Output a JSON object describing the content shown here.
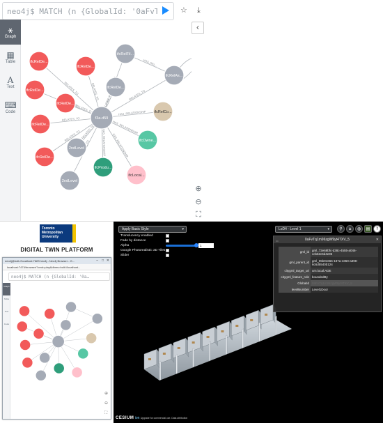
{
  "browser": {
    "command": "neo4j$ MATCH (n {GlobalId: '0aFvTq1m96…",
    "nav": [
      {
        "label": "Graph",
        "icon": "graph-icon",
        "active": true
      },
      {
        "label": "Table",
        "icon": "table-icon",
        "active": false
      },
      {
        "label": "Text",
        "icon": "text-icon",
        "active": false
      },
      {
        "label": "Code",
        "icon": "code-icon",
        "active": false
      }
    ],
    "star_icon": "star-icon",
    "download_icon": "download-icon",
    "collapse_glyph": "‹"
  },
  "graph": {
    "nodes": [
      {
        "id": "center",
        "label": "f3a-d59",
        "color": "#a5abb6"
      },
      {
        "id": "n1",
        "label": "ifcRelDe...",
        "color": "#f25a5a"
      },
      {
        "id": "n2",
        "label": "ifcRelDe...",
        "color": "#f25a5a"
      },
      {
        "id": "n3",
        "label": "ifcRelFil...",
        "color": "#a5abb6"
      },
      {
        "id": "n4",
        "label": "ifcRelAs...",
        "color": "#a5abb6"
      },
      {
        "id": "n5",
        "label": "ifcRelDe...",
        "color": "#f25a5a"
      },
      {
        "id": "n6",
        "label": "ifcRelDe...",
        "color": "#f25a5a"
      },
      {
        "id": "n7",
        "label": "ifcRelDe...",
        "color": "#a5abb6"
      },
      {
        "id": "n8",
        "label": "ifcRelCo...",
        "color": "#d9c8ae"
      },
      {
        "id": "n9",
        "label": "ifcRelDe...",
        "color": "#f25a5a"
      },
      {
        "id": "n10",
        "label": "2ndLevel",
        "color": "#a5abb6"
      },
      {
        "id": "n11",
        "label": "ifcOwne...",
        "color": "#57c7a4"
      },
      {
        "id": "n12",
        "label": "ifcRelDe...",
        "color": "#f25a5a"
      },
      {
        "id": "n13",
        "label": "ifcProdu...",
        "color": "#2f9e7b"
      },
      {
        "id": "n14",
        "label": "ifcLocal...",
        "color": "#ffc0cb"
      },
      {
        "id": "n15",
        "label": "2ndLevel",
        "color": "#a5abb6"
      }
    ],
    "relationships": [
      "RELATES_TO",
      "HAS_RELATIONSHIP",
      "HAS_REL..."
    ],
    "zoom_in_icon": "zoom-in-icon",
    "zoom_out_icon": "zoom-out-icon",
    "fit_icon": "fit-screen-icon"
  },
  "platform": {
    "logo_text": "Toronto Metropolitan University",
    "title": "DIGITAL TWIN PLATFORM",
    "window_title": "neo4j@bolt://localhost:7687/neo4j - Neo4j Browser - G...",
    "url": "localhost:7474/browser/?cmd=play&dbms=bolt://localhost...",
    "command": "neo4j$ MATCH (n {GlobalId: '0a…",
    "nav": [
      "Graph",
      "Table",
      "Text",
      "Code"
    ]
  },
  "cesium": {
    "style_select": "Apply Basic Style",
    "options": [
      {
        "label": "Translucency enabled",
        "type": "checkbox"
      },
      {
        "label": "Fade by distance",
        "type": "checkbox"
      },
      {
        "label": "Alpha",
        "type": "slider",
        "value": "1"
      },
      {
        "label": "Google Photorealistic 3D Tiles",
        "type": "checkbox"
      },
      {
        "label": "Slider",
        "type": "checkbox"
      }
    ],
    "lod_select": "LoD4 - Level 1",
    "infobox": {
      "title": "0aFvTq1m96zgW9yt4TXV_5",
      "rows": [
        {
          "key": "gml_id",
          "value": "gml_72e68bfc-d38c-4555-a046-ccb62c6d4e96"
        },
        {
          "key": "gml_parent_id",
          "value": "gml_05b91666-187a-4360-a398-6c6d5540b124"
        },
        {
          "key": "citygml_target_uri",
          "value": "urn:local:ADE"
        },
        {
          "key": "citygml_feature_role",
          "value": "boundedBy"
        },
        {
          "key": "GlobalId",
          "value": "0aFvTq1m96zgW9yt4TXV_5"
        },
        {
          "key": "levelNumber",
          "value": "Level1Door"
        }
      ]
    },
    "credit_logo": "CESIUM",
    "credit_ion": "ion",
    "credit_links": "Upgrade for commercial use.  Data attribution"
  }
}
